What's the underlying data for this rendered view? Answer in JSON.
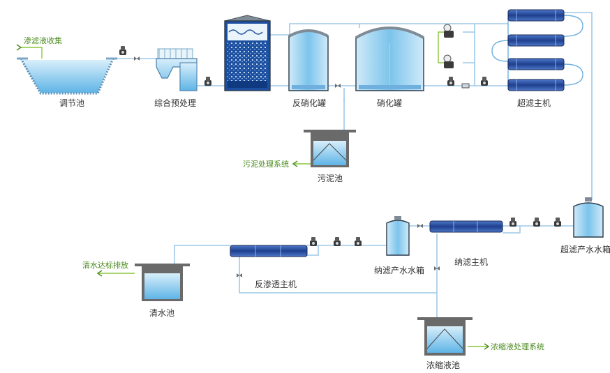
{
  "labels": {
    "leachate_collection": "渗滤液收集",
    "regulating_tank": "调节池",
    "pretreatment": "综合预处理",
    "denitrification_tank": "反硝化罐",
    "nitrification_tank": "硝化罐",
    "uf_main": "超滤主机",
    "sludge_tank": "污泥池",
    "sludge_system": "污泥处理系统",
    "uf_product_tank": "超滤产水水箱",
    "nf_main": "纳滤主机",
    "nf_product_tank": "纳滤产水水箱",
    "ro_main": "反渗透主机",
    "clear_water_tank": "清水池",
    "clear_water_discharge": "清水达标排放",
    "concentrate_tank": "浓缩液池",
    "concentrate_system": "浓缩液处理系统"
  },
  "colors": {
    "water": "#7cc4ec",
    "pipe": "#9ec9e8",
    "module": "#2a4f9e",
    "green": "#8cc63f",
    "tank_outline": "#3b3b3b"
  },
  "icons": [
    "pump-icon",
    "valve-icon",
    "flowmeter-icon"
  ]
}
